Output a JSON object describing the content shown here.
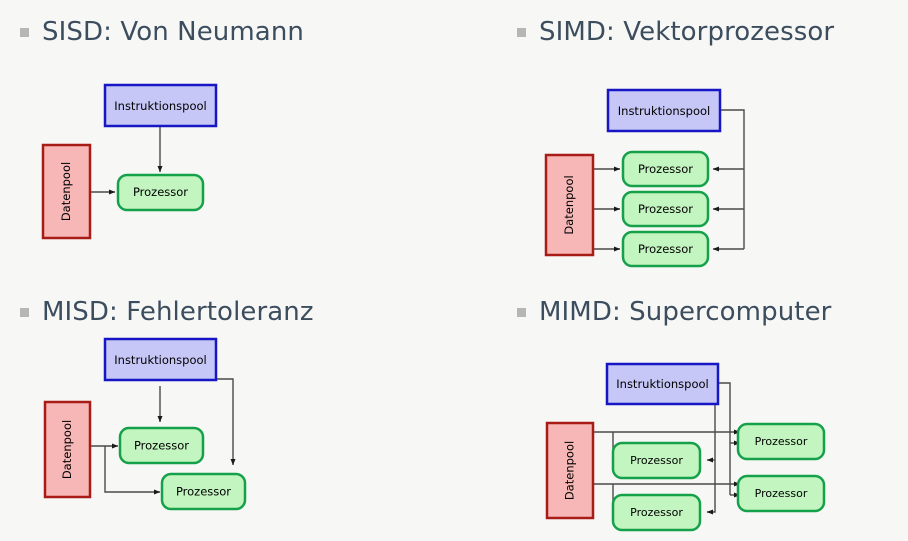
{
  "slide": {
    "background_color": "#f7f7f5",
    "bullet_color": "#b6b6b6",
    "heading_color": "#3c4d5e",
    "colors": {
      "instruction_fill": "#c6c6f7",
      "instruction_border": "#1616c4",
      "data_fill": "#f7b7b7",
      "data_border": "#a81b16",
      "processor_fill": "#c3f5c0",
      "processor_border": "#15a04a",
      "wire": "#4a4a4a"
    },
    "quadrants": [
      {
        "id": "sisd",
        "heading": "SISD: Von Neumann",
        "instruction_pool_label": "Instruktionspool",
        "data_pool_label": "Datenpool",
        "processor_label": "Prozessor",
        "processor_count": 1
      },
      {
        "id": "simd",
        "heading": "SIMD: Vektorprozessor",
        "instruction_pool_label": "Instruktionspool",
        "data_pool_label": "Datenpool",
        "processor_label": "Prozessor",
        "processor_count": 3
      },
      {
        "id": "misd",
        "heading": "MISD: Fehlertoleranz",
        "instruction_pool_label": "Instruktionspool",
        "data_pool_label": "Datenpool",
        "processor_label": "Prozessor",
        "processor_count": 2
      },
      {
        "id": "mimd",
        "heading": "MIMD: Supercomputer",
        "instruction_pool_label": "Instruktionspool",
        "data_pool_label": "Datenpool",
        "processor_label": "Prozessor",
        "processor_count": 4
      }
    ]
  }
}
